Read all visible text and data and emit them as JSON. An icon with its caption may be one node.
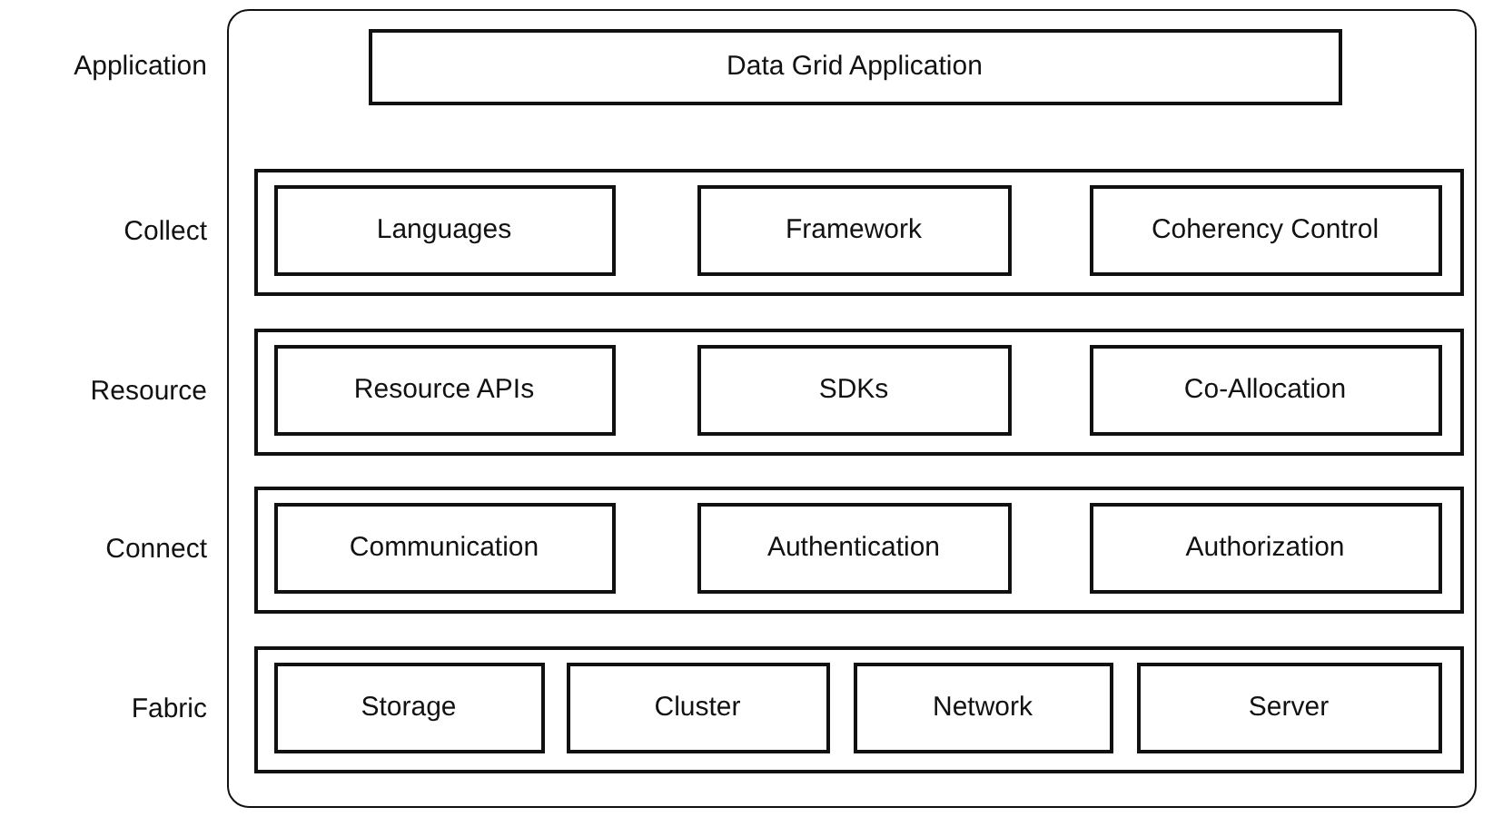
{
  "diagram": {
    "nodes": [
      {
        "text": [],
        "shape": "box"
      },
      {
        "text": [
          "Data Grid Application"
        ],
        "in": 0
      },
      {
        "text": [],
        "shape": "band",
        "in": 0,
        "beside": [
          "Collect"
        ]
      },
      {
        "text": [
          "Languages"
        ],
        "in": 2
      },
      {
        "text": [
          "Framework"
        ],
        "in": 2
      },
      {
        "text": [
          "Coherency Control"
        ],
        "in": 2
      },
      {
        "text": [],
        "shape": "band",
        "in": 0,
        "beside": [
          "Resource"
        ]
      },
      {
        "text": [
          "Resource APIs"
        ],
        "in": 6
      },
      {
        "text": [
          "SDKs"
        ],
        "in": 6
      },
      {
        "text": [
          "Co-Allocation"
        ],
        "in": 6
      },
      {
        "text": [],
        "shape": "band",
        "in": 0,
        "beside": [
          "Connect"
        ]
      },
      {
        "text": [
          "Communication"
        ],
        "in": 10
      },
      {
        "text": [
          "Authentication"
        ],
        "in": 10
      },
      {
        "text": [
          "Authorization"
        ],
        "in": 10
      },
      {
        "text": [],
        "shape": "band",
        "in": 0,
        "beside": [
          "Fabric"
        ]
      },
      {
        "text": [
          "Storage"
        ],
        "in": 14
      },
      {
        "text": [
          "Cluster"
        ],
        "in": 14
      },
      {
        "text": [
          "Network"
        ],
        "in": 14
      },
      {
        "text": [
          "Server"
        ],
        "in": 14
      }
    ],
    "labels": [
      "Application"
    ]
  }
}
